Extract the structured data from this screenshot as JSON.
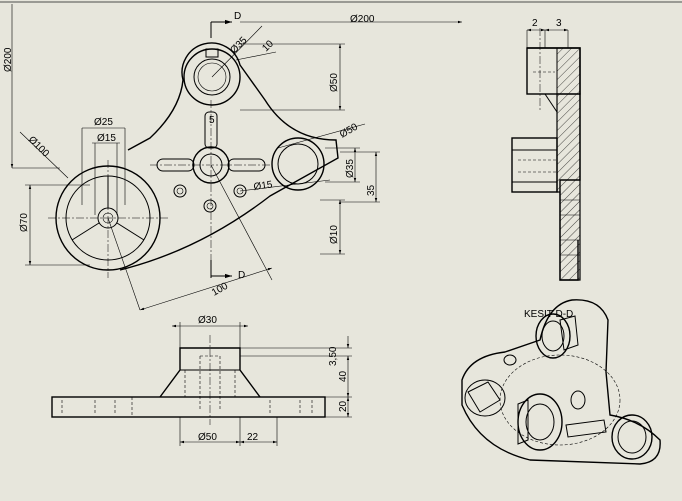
{
  "colors": {
    "sheet": "#e7e6dc",
    "line": "#000000"
  },
  "top_view": {
    "dims": {
      "phi200_top": "Ø200",
      "phi200_left": "Ø200",
      "phi35": "Ø35",
      "r10": "10",
      "phi50_v": "Ø50",
      "phi25": "Ø25",
      "phi15_a": "Ø15",
      "phi100": "Ø100",
      "phi50_r": "Ø50",
      "phi15_b": "Ø15",
      "phi35_v": "Ø35",
      "v35": "35",
      "phi70": "Ø70",
      "phi10": "Ø10",
      "len100": "100",
      "w5": "5"
    },
    "section_marks": {
      "top": "D",
      "bottom": "D"
    }
  },
  "front_view": {
    "dims": {
      "phi30": "Ø30",
      "h3_5": "3,50",
      "h40": "40",
      "h20": "20",
      "phi50": "Ø50",
      "w22": "22"
    }
  },
  "section_view": {
    "dims": {
      "w2": "2",
      "w3": "3"
    }
  },
  "iso_view": {
    "label": "KESIT D-D"
  }
}
